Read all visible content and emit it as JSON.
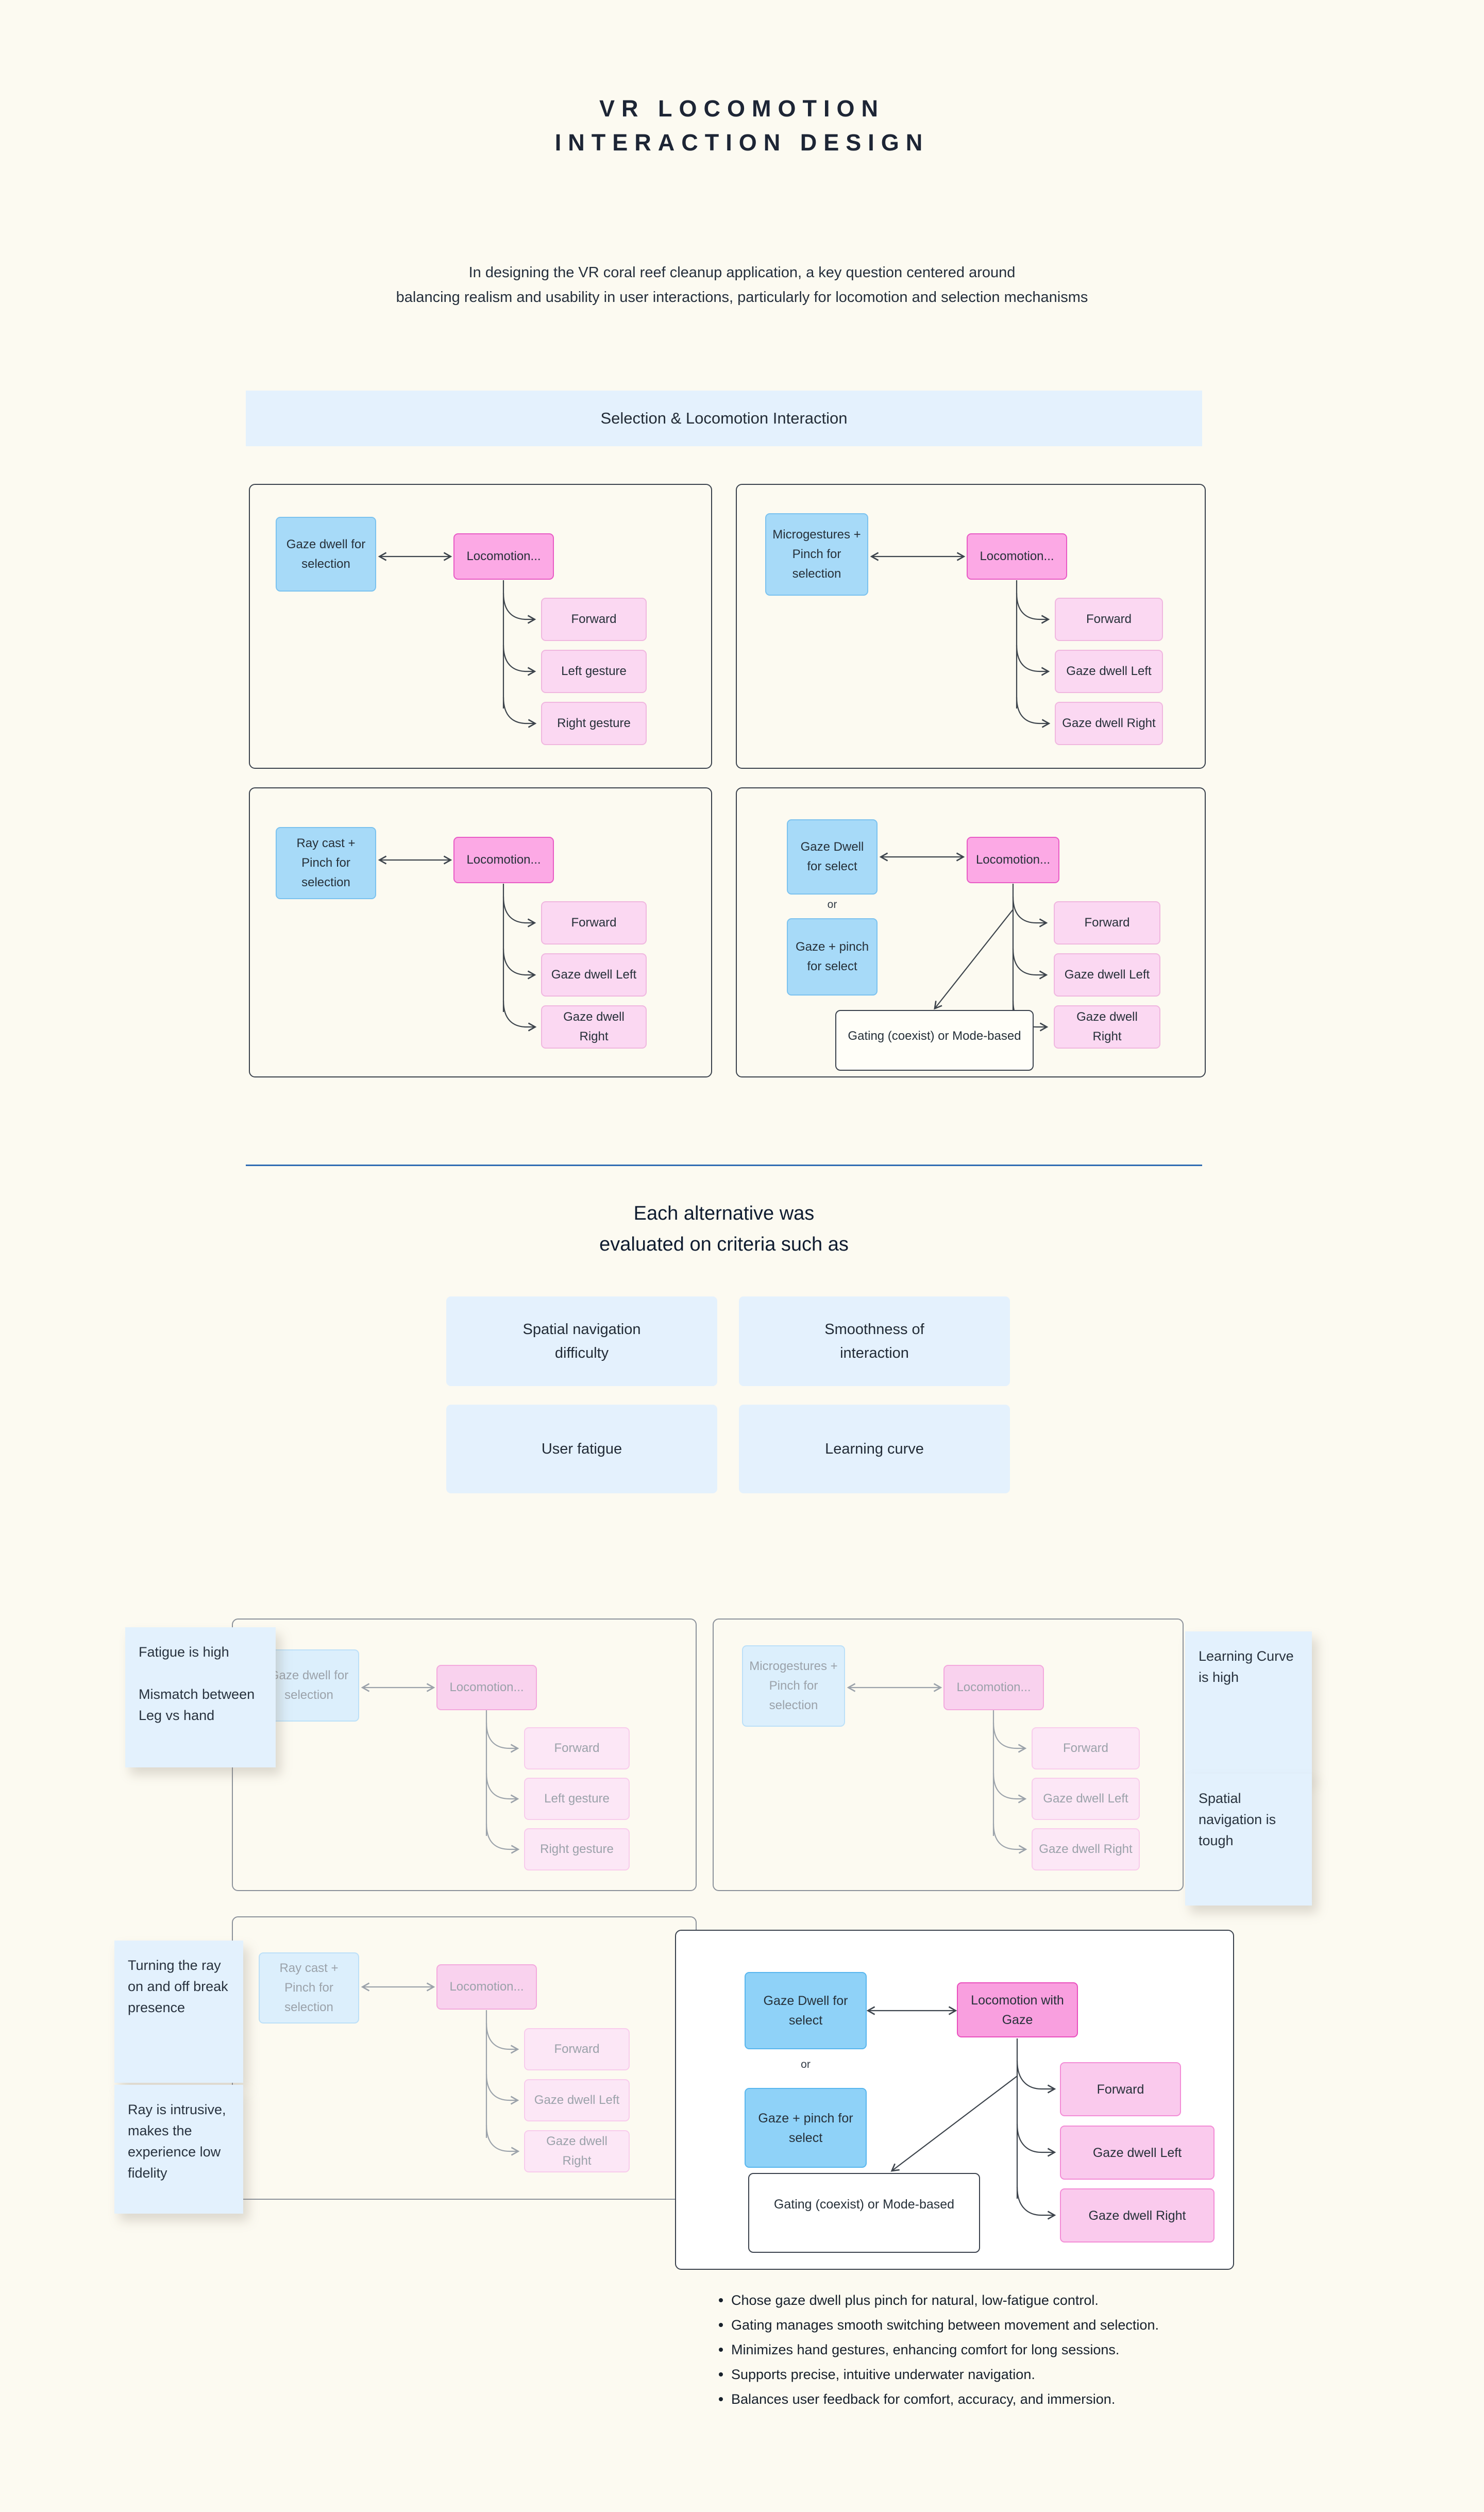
{
  "title": {
    "line1": "VR LOCOMOTION",
    "line2": "INTERACTION DESIGN"
  },
  "intro": {
    "line1": "In designing the VR coral reef cleanup application, a key question centered around",
    "line2": "balancing realism and usability in user interactions, particularly for locomotion and selection mechanisms"
  },
  "section_banner": "Selection & Locomotion Interaction",
  "alt1": {
    "selection": "Gaze dwell for selection",
    "locomotion": "Locomotion...",
    "options": [
      "Forward",
      "Left gesture",
      "Right gesture"
    ]
  },
  "alt2": {
    "selection": "Microgestures + Pinch for selection",
    "locomotion": "Locomotion...",
    "options": [
      "Forward",
      "Gaze dwell Left",
      "Gaze dwell Right"
    ]
  },
  "alt3": {
    "selection": "Ray cast + Pinch for selection",
    "locomotion": "Locomotion...",
    "options": [
      "Forward",
      "Gaze dwell Left",
      "Gaze dwell Right"
    ]
  },
  "alt4": {
    "selection_a": "Gaze Dwell for select",
    "or_label": "or",
    "selection_b": "Gaze + pinch for select",
    "locomotion": "Locomotion...",
    "gating": "Gating (coexist) or Mode-based",
    "options": [
      "Forward",
      "Gaze dwell Left",
      "Gaze dwell Right"
    ]
  },
  "evaluation": {
    "heading_line1": "Each alternative was",
    "heading_line2": "evaluated on criteria such as",
    "criteria": [
      "Spatial navigation difficulty",
      "Smoothness of interaction",
      "User fatigue",
      "Learning curve"
    ]
  },
  "annotations": {
    "alt1_note": {
      "line1": "Fatigue is high",
      "line2": "Mismatch between Leg vs hand"
    },
    "alt2_note_1": "Learning Curve is high",
    "alt2_note_2": "Spatial navigation is tough",
    "alt3_note_1": "Turning the ray on and off break presence",
    "alt3_note_2": "Ray is intrusive, makes the experience low fidelity"
  },
  "final": {
    "selection_a": "Gaze Dwell for select",
    "or_label": "or",
    "selection_b": "Gaze + pinch for select",
    "locomotion": "Locomotion with Gaze",
    "gating": "Gating (coexist) or Mode-based",
    "options": [
      "Forward",
      "Gaze dwell Left",
      "Gaze dwell Right"
    ]
  },
  "takeaways": [
    "Chose gaze dwell plus pinch for natural, low-fatigue control.",
    "Gating manages smooth switching between movement and selection.",
    "Minimizes hand gestures, enhancing comfort for long sessions.",
    "Supports precise, intuitive underwater navigation.",
    "Balances user feedback for comfort, accuracy, and immersion."
  ],
  "colors": {
    "page_bg": "#FCFAF1",
    "panel_blue": "#E4F1FD",
    "node_blue": "#A7DAF8",
    "node_blue_border": "#7BC2EF",
    "node_pink": "#FCA9E5",
    "node_pink_border": "#E85BC5",
    "node_pink_light": "#FBD8F2",
    "final_blue": "#8FD2F8",
    "final_pink": "#F99FDF",
    "divider_blue": "#2F6CB3",
    "ink": "#1D2535",
    "faded_text": "#9BA2AA"
  }
}
